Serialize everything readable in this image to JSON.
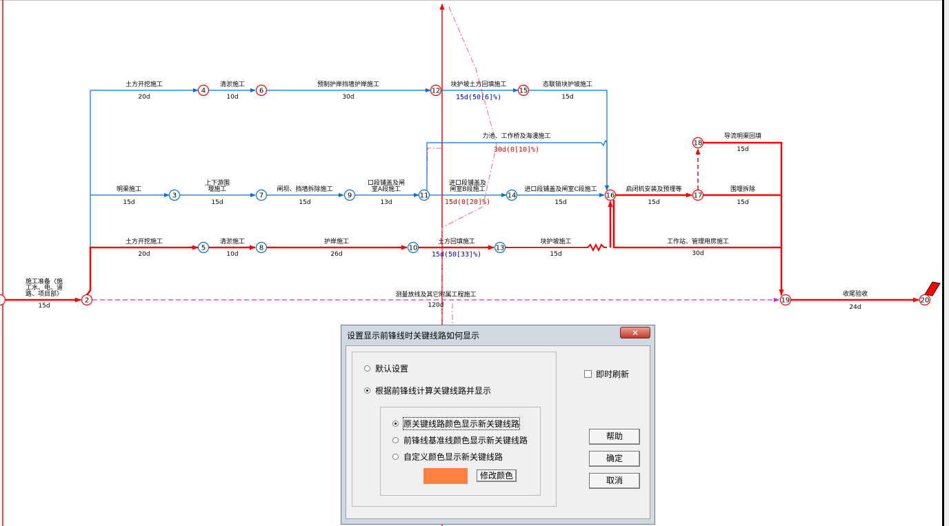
{
  "colors": {
    "critical": "#ff0000",
    "normal": "#0070e0",
    "dashed": "#e020e0",
    "blue_text": "#0000c0",
    "red_text": "#e00000"
  },
  "nodes": [
    {
      "id": "1",
      "label": ""
    },
    {
      "id": "2",
      "label": "2"
    },
    {
      "id": "3",
      "label": "3"
    },
    {
      "id": "4",
      "label": "4"
    },
    {
      "id": "5",
      "label": "5"
    },
    {
      "id": "6",
      "label": "6"
    },
    {
      "id": "7",
      "label": "7"
    },
    {
      "id": "8",
      "label": "8"
    },
    {
      "id": "9",
      "label": "9"
    },
    {
      "id": "10",
      "label": "10"
    },
    {
      "id": "11",
      "label": "11"
    },
    {
      "id": "12",
      "label": "12"
    },
    {
      "id": "13",
      "label": "13"
    },
    {
      "id": "14",
      "label": "14"
    },
    {
      "id": "15",
      "label": "15"
    },
    {
      "id": "16",
      "label": "16"
    },
    {
      "id": "17",
      "label": "17"
    },
    {
      "id": "18",
      "label": "18"
    },
    {
      "id": "19",
      "label": "19"
    },
    {
      "id": "20",
      "label": "20"
    }
  ],
  "tasks": [
    {
      "name": "土方开挖施工",
      "duration": "20d"
    },
    {
      "name": "清淤施工",
      "duration": "10d"
    },
    {
      "name": "预制护岸挡墙护岸施工",
      "duration": "30d"
    },
    {
      "name": "块护坡土方回填施工",
      "duration": "15d(50[6]%)"
    },
    {
      "name": "态联锁块护坡施工",
      "duration": "15d"
    },
    {
      "name": "力池、工作桥及海漫施工",
      "duration": "30d(0[10]%)"
    },
    {
      "name": "导流明渠回填",
      "duration": "15d"
    },
    {
      "name": "明渠施工",
      "duration": "15d"
    },
    {
      "name": "上下游围堰施工",
      "duration": "15d"
    },
    {
      "name": "闸坝、挡墙拆除施工",
      "duration": "15d"
    },
    {
      "name": "口段铺盖及闸室A段施工",
      "duration": "13d"
    },
    {
      "name": "进口段铺盖及闸室B段施工",
      "duration": "15d(0[20]%)"
    },
    {
      "name": "进口段铺盖及闸室C段施工",
      "duration": "15d"
    },
    {
      "name": "启闭机安装及预埋等",
      "duration": "15d"
    },
    {
      "name": "围堰拆除",
      "duration": "15d"
    },
    {
      "name": "土方开挖施工",
      "duration": "20d"
    },
    {
      "name": "清淤施工",
      "duration": "10d"
    },
    {
      "name": "护岸施工",
      "duration": "26d"
    },
    {
      "name": "土方回填施工",
      "duration": "15d(50[33]%)"
    },
    {
      "name": "块护坡施工",
      "duration": "15d"
    },
    {
      "name": "工作站、管理用房施工",
      "duration": "30d"
    },
    {
      "name": "施工准备（施工水、电、道路、项目部）",
      "duration": "15d"
    },
    {
      "name": "测量放线及其它附属工程施工",
      "duration": "120d"
    },
    {
      "name": "收尾验收",
      "duration": "24d"
    }
  ],
  "dialog": {
    "title": "设置显示前锋线时关键线路如何显示",
    "close_label": "✕",
    "option_default": "默认设置",
    "option_calc": "根据前锋线计算关键线路并显示",
    "sub_original": "原关键线路颜色显示新关键线路",
    "sub_baseline": "前锋线基准线颜色显示新关键线路",
    "sub_custom": "自定义颜色显示新关键线路",
    "modify_color": "修改颜色",
    "refresh_label": "即时刷新",
    "help_button": "帮助",
    "ok_button": "确定",
    "cancel_button": "取消",
    "custom_color": "#ff8040"
  }
}
